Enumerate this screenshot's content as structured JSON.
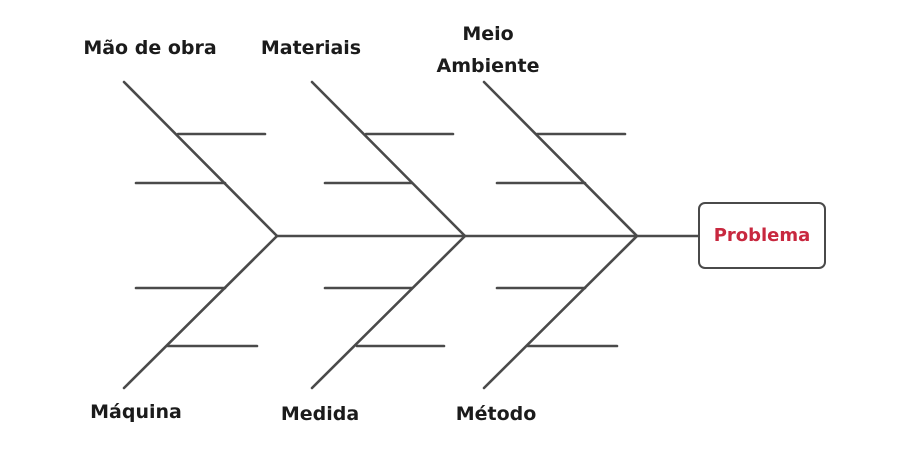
{
  "diagram": {
    "type": "fishbone",
    "colors": {
      "line": "#4a4a4a",
      "label_text": "#1b1b1b",
      "problem_text": "#c8283f",
      "problem_border": "#4a4a4a"
    },
    "problem": {
      "label": "Problema"
    },
    "categories": {
      "top": [
        {
          "label": "Mão de obra"
        },
        {
          "label": "Materiais"
        },
        {
          "label_line1": "Meio",
          "label_line2": "Ambiente"
        }
      ],
      "bottom": [
        {
          "label": "Máquina"
        },
        {
          "label": "Medida"
        },
        {
          "label": "Método"
        }
      ]
    }
  }
}
